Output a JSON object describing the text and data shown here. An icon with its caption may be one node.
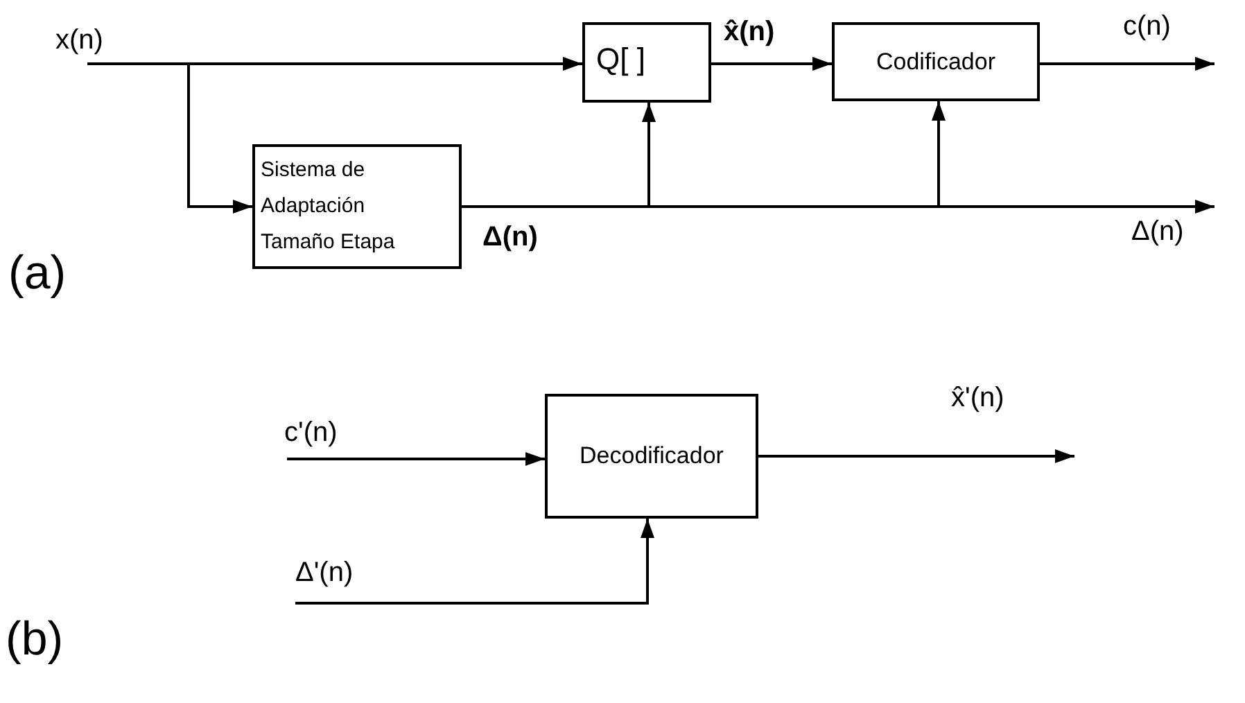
{
  "diagram": {
    "nodes": [
      {
        "text": [
          "x(n)"
        ]
      },
      {
        "text": [
          "Q[ ]"
        ]
      },
      {
        "text": [
          "Codificador"
        ]
      },
      {
        "text": [
          "c(n)"
        ]
      },
      {
        "text": [
          "Sistema de Adaptación Tamaño Etapa"
        ]
      },
      {
        "text": [
          "Δ(n)"
        ]
      },
      {
        "text": [
          "c'(n)"
        ]
      },
      {
        "text": [
          "Decodificador"
        ]
      },
      {
        "text": [
          "x̂'(n)"
        ]
      },
      {
        "text": [
          "Δ'(n)"
        ]
      }
    ],
    "edges": [
      {
        "from": 0,
        "to": 1,
        "arrow": "to"
      },
      {
        "from": 0,
        "to": 4,
        "arrow": "to"
      },
      {
        "from": 1,
        "to": 2,
        "arrow": "to",
        "label": "x̂(n)"
      },
      {
        "from": 2,
        "to": 3,
        "arrow": "to"
      },
      {
        "from": 4,
        "to": 5,
        "arrow": "to",
        "label": "Δ(n)"
      },
      {
        "from": 4,
        "to": 1,
        "arrow": "to"
      },
      {
        "from": 4,
        "to": 2,
        "arrow": "to"
      },
      {
        "from": 6,
        "to": 7,
        "arrow": "to"
      },
      {
        "from": 7,
        "to": 8,
        "arrow": "to"
      },
      {
        "from": 9,
        "to": 7,
        "arrow": "to"
      }
    ],
    "labels": [
      "(a)",
      "(b)"
    ]
  }
}
